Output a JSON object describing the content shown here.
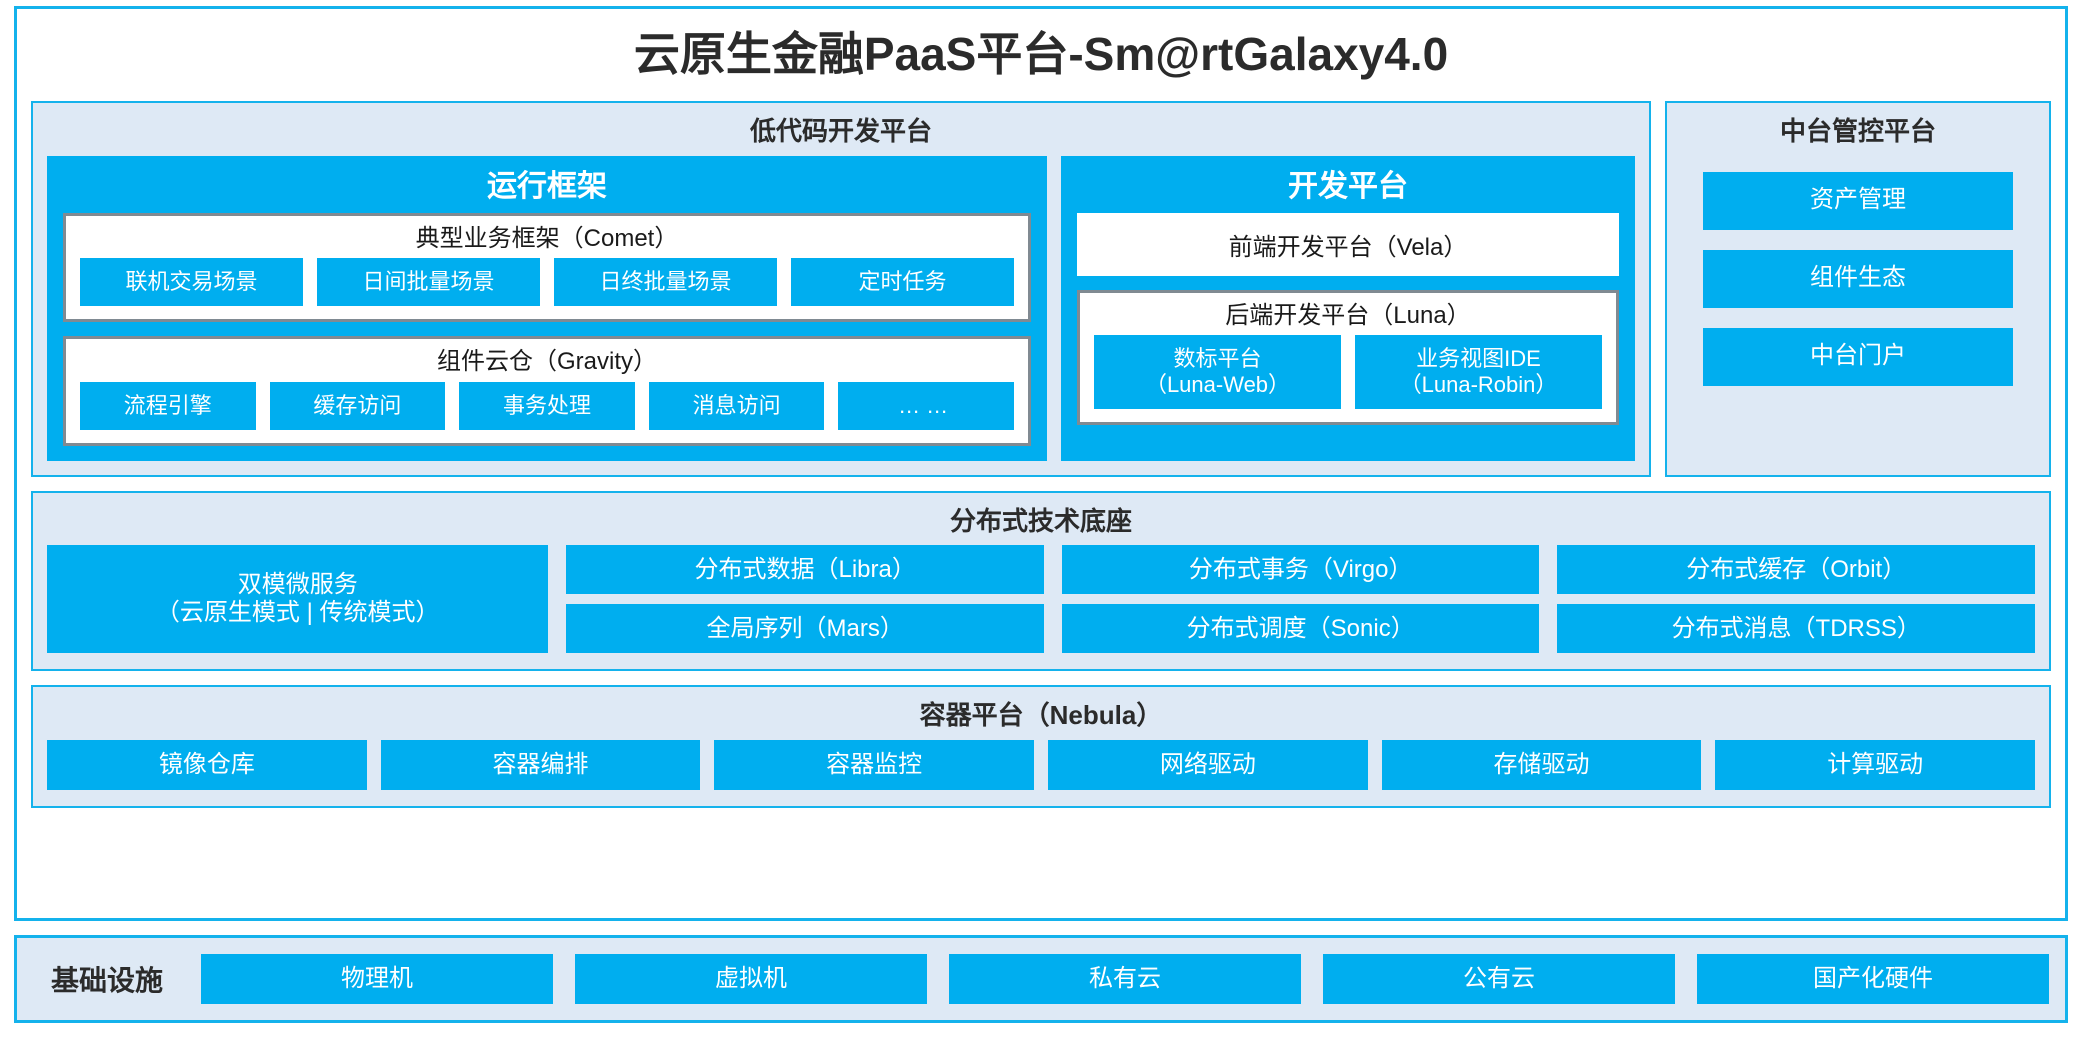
{
  "title": "云原生金融PaaS平台-Sm@rtGalaxy4.0",
  "colors": {
    "accent": "#00AEEF",
    "border": "#14B2EC",
    "panel_bg": "#DEE9F5",
    "box_border": "#808a92",
    "text": "#2b2b2b"
  },
  "lowcode": {
    "title": "低代码开发平台",
    "runtime": {
      "title": "运行框架",
      "comet": {
        "title": "典型业务框架（Comet）",
        "items": [
          "联机交易场景",
          "日间批量场景",
          "日终批量场景",
          "定时任务"
        ]
      },
      "gravity": {
        "title": "组件云仓（Gravity）",
        "items": [
          "流程引擎",
          "缓存访问",
          "事务处理",
          "消息访问",
          "……"
        ]
      }
    },
    "devplatform": {
      "title": "开发平台",
      "frontend": "前端开发平台（Vela）",
      "backend": {
        "title": "后端开发平台（Luna）",
        "items": [
          {
            "name": "数标平台",
            "code": "（Luna-Web）"
          },
          {
            "name": "业务视图IDE",
            "code": "（Luna-Robin）"
          }
        ]
      }
    }
  },
  "control_platform": {
    "title": "中台管控平台",
    "items": [
      "资产管理",
      "组件生态",
      "中台门户"
    ]
  },
  "distributed": {
    "title": "分布式技术底座",
    "microservice": {
      "name": "双模微服务",
      "modes": "（云原生模式 | 传统模式）"
    },
    "columns": [
      [
        "分布式数据（Libra）",
        "全局序列（Mars）"
      ],
      [
        "分布式事务（Virgo）",
        "分布式调度（Sonic）"
      ],
      [
        "分布式缓存（Orbit）",
        "分布式消息（TDRSS）"
      ]
    ]
  },
  "container_platform": {
    "title": "容器平台（Nebula）",
    "items": [
      "镜像仓库",
      "容器编排",
      "容器监控",
      "网络驱动",
      "存储驱动",
      "计算驱动"
    ]
  },
  "infrastructure": {
    "label": "基础设施",
    "items": [
      "物理机",
      "虚拟机",
      "私有云",
      "公有云",
      "国产化硬件"
    ]
  }
}
